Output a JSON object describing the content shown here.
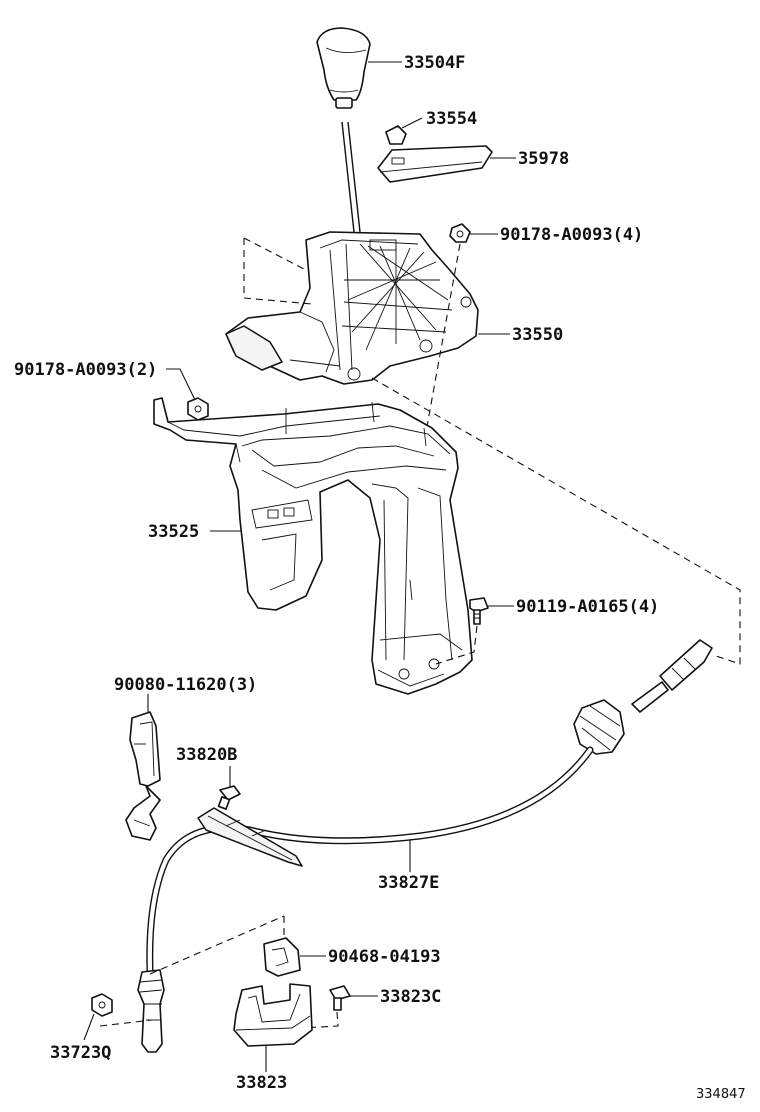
{
  "diagram": {
    "drawing_number": "334847",
    "parts": [
      {
        "id": "knob",
        "label": "33504F"
      },
      {
        "id": "clip-top",
        "label": "33554"
      },
      {
        "id": "indicator-plate",
        "label": "35978"
      },
      {
        "id": "nut-right",
        "label": "90178-A0093(4)"
      },
      {
        "id": "shift-lever-assy",
        "label": "33550"
      },
      {
        "id": "nut-left",
        "label": "90178-A0093(2)"
      },
      {
        "id": "retainer-bracket",
        "label": "33525"
      },
      {
        "id": "bolt-bracket",
        "label": "90119-A0165(4)"
      },
      {
        "id": "cable-bracket",
        "label": "33827E"
      },
      {
        "id": "bolt-cable",
        "label": "90080-11620(3)"
      },
      {
        "id": "control-cable",
        "label": "33820B"
      },
      {
        "id": "clip-plate",
        "label": "90468-04193"
      },
      {
        "id": "bolt-small",
        "label": "33823C"
      },
      {
        "id": "nut-bottom",
        "label": "33723Q"
      },
      {
        "id": "cable-support",
        "label": "33823"
      }
    ]
  }
}
